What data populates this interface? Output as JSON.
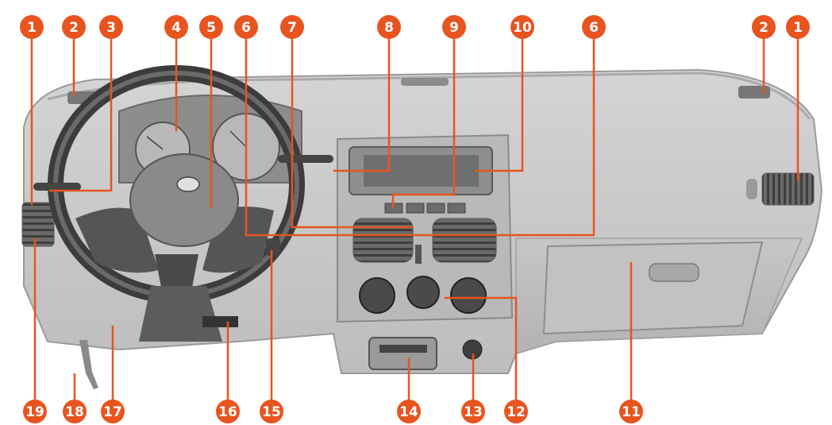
{
  "callout_color": "#e8541f",
  "callouts": [
    {
      "id": "c1-left",
      "label": "1"
    },
    {
      "id": "c2-left",
      "label": "2"
    },
    {
      "id": "c3",
      "label": "3"
    },
    {
      "id": "c4",
      "label": "4"
    },
    {
      "id": "c5",
      "label": "5"
    },
    {
      "id": "c6-left",
      "label": "6"
    },
    {
      "id": "c7",
      "label": "7"
    },
    {
      "id": "c8",
      "label": "8"
    },
    {
      "id": "c9",
      "label": "9"
    },
    {
      "id": "c10",
      "label": "10"
    },
    {
      "id": "c6-right",
      "label": "6"
    },
    {
      "id": "c2-right",
      "label": "2"
    },
    {
      "id": "c1-right",
      "label": "1"
    },
    {
      "id": "c19",
      "label": "19"
    },
    {
      "id": "c18",
      "label": "18"
    },
    {
      "id": "c17",
      "label": "17"
    },
    {
      "id": "c16",
      "label": "16"
    },
    {
      "id": "c15",
      "label": "15"
    },
    {
      "id": "c14",
      "label": "14"
    },
    {
      "id": "c13",
      "label": "13"
    },
    {
      "id": "c12",
      "label": "12"
    },
    {
      "id": "c11",
      "label": "11"
    }
  ]
}
